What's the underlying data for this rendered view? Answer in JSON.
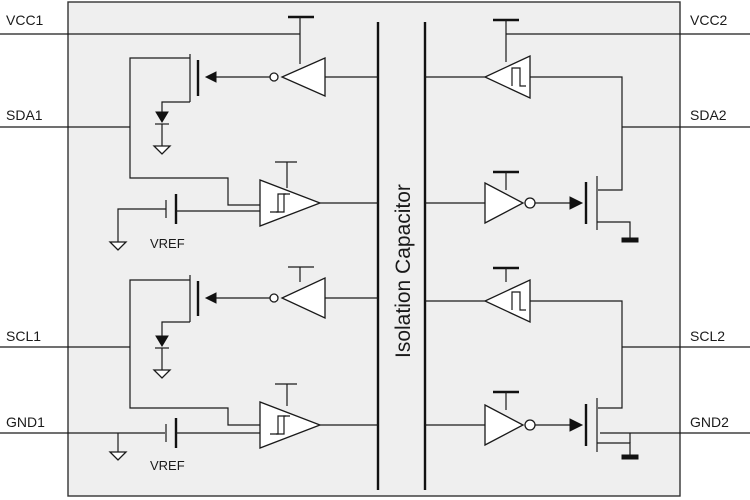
{
  "pins": {
    "vcc1": "VCC1",
    "sda1": "SDA1",
    "scl1": "SCL1",
    "gnd1": "GND1",
    "vcc2": "VCC2",
    "sda2": "SDA2",
    "scl2": "SCL2",
    "gnd2": "GND2"
  },
  "vref_label": "VREF",
  "isolation_label": "Isolation Capacitor",
  "colors": {
    "background": "#ffffff",
    "chip_fill": "#efefef",
    "line": "#1a1a1a"
  }
}
